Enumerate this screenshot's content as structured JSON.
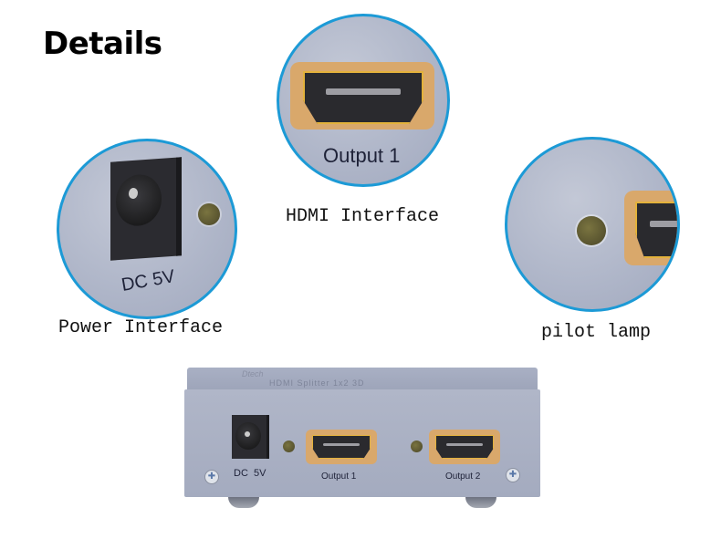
{
  "title": "Details",
  "callouts": [
    {
      "id": "power",
      "caption": "Power Interface",
      "label": "DC  5V"
    },
    {
      "id": "hdmi",
      "caption": "HDMI Interface",
      "label": "Output 1"
    },
    {
      "id": "pilot",
      "caption": "pilot lamp"
    }
  ],
  "device": {
    "brand": "Dtech",
    "model": "HDMI Splitter 1x2 3D",
    "ports": {
      "power_label": "DC  5V",
      "output1_label": "Output 1",
      "output2_label": "Output 2"
    }
  },
  "colors": {
    "circle_border": "#1c9ad6",
    "port_frame": "#d9a86b",
    "chassis": "#aab0c3"
  }
}
